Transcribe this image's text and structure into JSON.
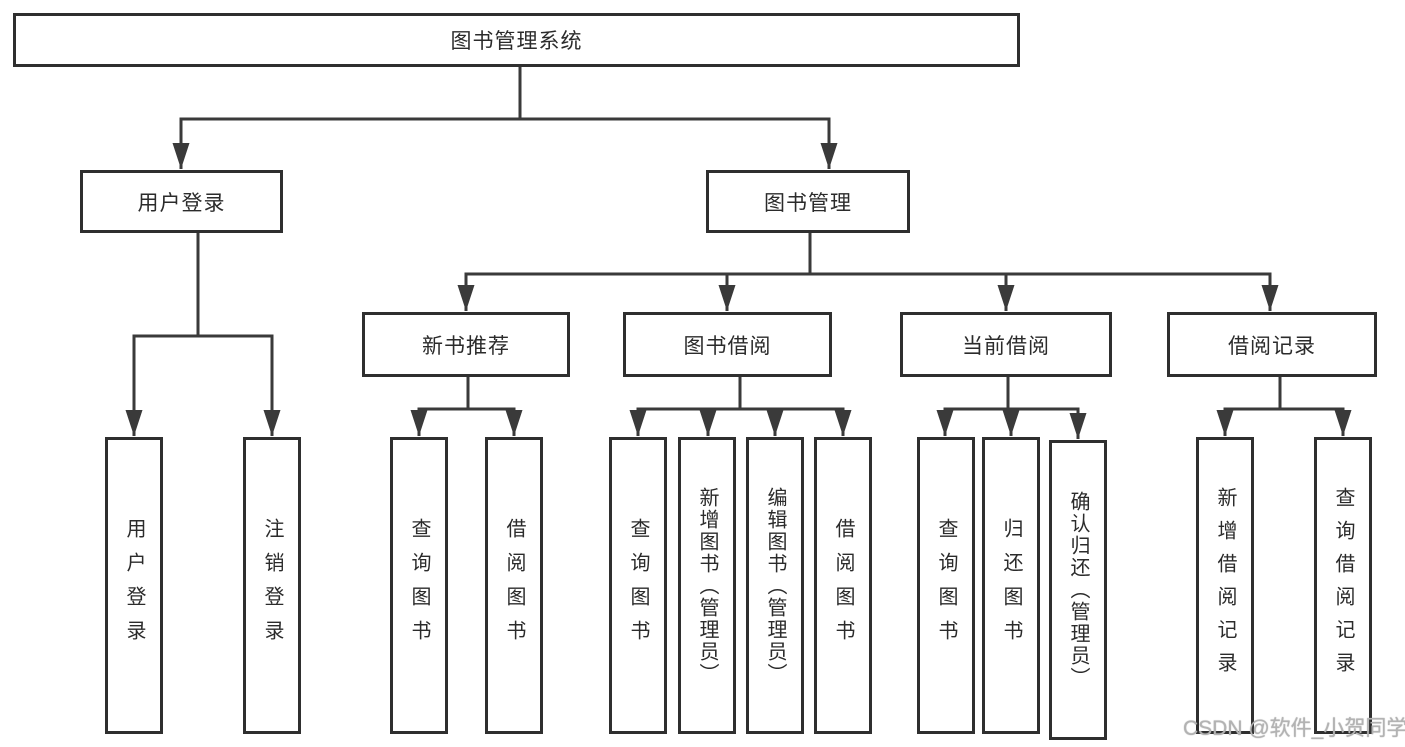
{
  "diagram": {
    "type": "tree",
    "root": {
      "label": "图书管理系统",
      "children": [
        {
          "label": "用户登录",
          "children": [
            {
              "label": "用户登录"
            },
            {
              "label": "注销登录"
            }
          ]
        },
        {
          "label": "图书管理",
          "children": [
            {
              "label": "新书推荐",
              "children": [
                {
                  "label": "查询图书"
                },
                {
                  "label": "借阅图书"
                }
              ]
            },
            {
              "label": "图书借阅",
              "children": [
                {
                  "label": "查询图书"
                },
                {
                  "label": "新增图书（管理员）"
                },
                {
                  "label": "编辑图书（管理员）"
                },
                {
                  "label": "借阅图书"
                }
              ]
            },
            {
              "label": "当前借阅",
              "children": [
                {
                  "label": "查询图书"
                },
                {
                  "label": "归还图书"
                },
                {
                  "label": "确认归还（管理员）"
                }
              ]
            },
            {
              "label": "借阅记录",
              "children": [
                {
                  "label": "新增借阅记录"
                },
                {
                  "label": "查询借阅记录"
                }
              ]
            }
          ]
        }
      ]
    }
  },
  "watermark": {
    "text": "CSDN @软件_小贺同学"
  },
  "colors": {
    "line": "#3a3a3a",
    "border": "#2f2f2f",
    "text": "#2b2b2b",
    "watermark": "#b3b3b3",
    "background": "#ffffff"
  }
}
